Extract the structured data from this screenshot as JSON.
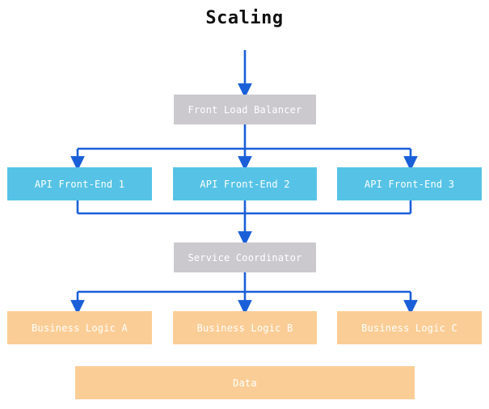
{
  "title": "Scaling",
  "palette": {
    "background": "#ffffff",
    "title_color": "#111111",
    "gray_node": "#cbc8ce",
    "cyan_node": "#56c3e6",
    "orange_node": "#fbcd96",
    "node_label": "#ffffff",
    "connector": "#1a5fd8"
  },
  "nodes": {
    "front_load_balancer": {
      "label": "Front Load Balancer"
    },
    "api_front_end_1": {
      "label": "API Front-End 1"
    },
    "api_front_end_2": {
      "label": "API Front-End 2"
    },
    "api_front_end_3": {
      "label": "API Front-End 3"
    },
    "service_coordinator": {
      "label": "Service Coordinator"
    },
    "business_logic_a": {
      "label": "Business Logic A"
    },
    "business_logic_b": {
      "label": "Business Logic B"
    },
    "business_logic_c": {
      "label": "Business Logic C"
    },
    "data": {
      "label": "Data"
    }
  },
  "tiers": [
    {
      "name": "entry",
      "labels": [
        "Front Load Balancer"
      ]
    },
    {
      "name": "api",
      "labels": [
        "API Front-End 1",
        "API Front-End 2",
        "API Front-End 3"
      ]
    },
    {
      "name": "coordination",
      "labels": [
        "Service Coordinator"
      ]
    },
    {
      "name": "logic",
      "labels": [
        "Business Logic A",
        "Business Logic B",
        "Business Logic C"
      ]
    },
    {
      "name": "storage",
      "labels": [
        "Data"
      ]
    }
  ]
}
